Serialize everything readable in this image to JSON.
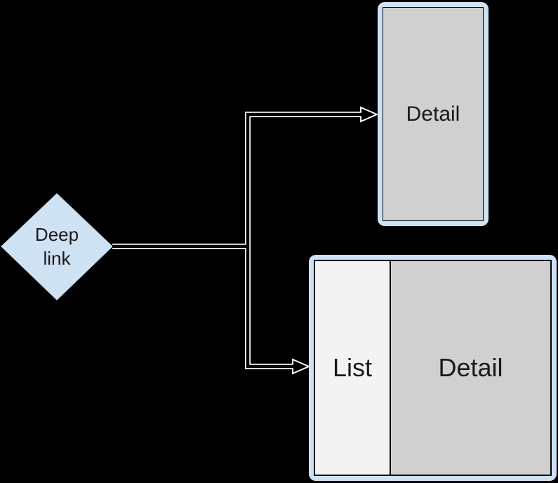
{
  "diagram": {
    "description": "Deep link navigation diagram",
    "deep_link_node": {
      "label": "Deep link",
      "shape": "diamond"
    },
    "detail_screen": {
      "label": "Detail",
      "orientation": "portrait"
    },
    "list_detail_screen": {
      "orientation": "landscape",
      "panes": {
        "list": "List",
        "detail": "Detail"
      }
    },
    "connectors": [
      {
        "from": "deep-link",
        "to": "detail-screen",
        "style": "hollow-arrow"
      },
      {
        "from": "deep-link",
        "to": "list-detail-screen",
        "style": "hollow-arrow"
      }
    ]
  },
  "colors": {
    "background": "#000000",
    "node_fill": "#cfe2f3",
    "screen_frame": "#cfe2f3",
    "detail_pane": "#d0d0d0",
    "list_pane": "#f3f3f3",
    "pane_border": "#000000",
    "connector": "#ffffff",
    "text": "#1a1a1a"
  }
}
